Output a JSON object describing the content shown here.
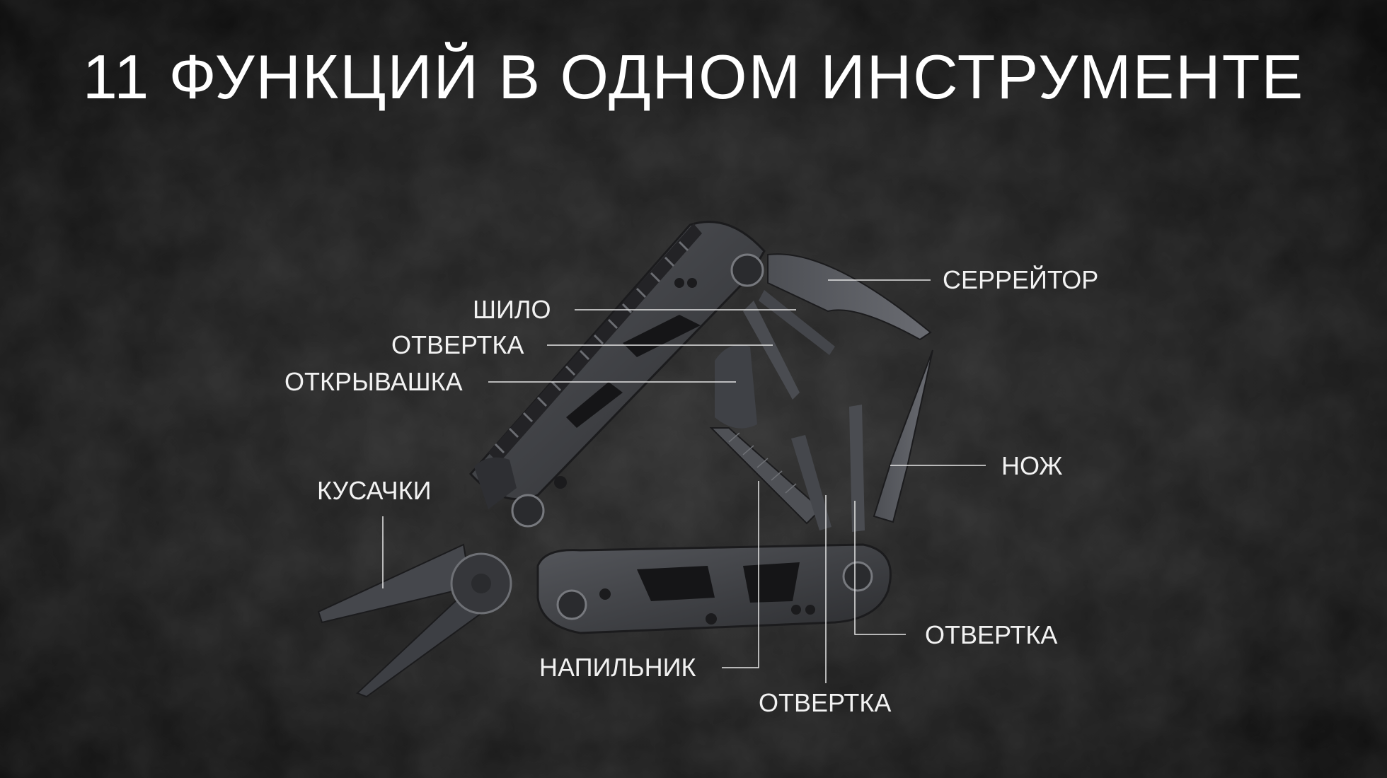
{
  "title": "11 ФУНКЦИЙ В ОДНОМ ИНСТРУМЕНТЕ",
  "labels": {
    "serrator": "СЕРРЕЙТОР",
    "awl": "ШИЛО",
    "screwdriver_top": "ОТВЕРТКА",
    "bottle_opener": "ОТКРЫВАШКА",
    "knife": "НОЖ",
    "pliers": "КУСАЧКИ",
    "screwdriver_right": "ОТВЕРТКА",
    "file": "НАПИЛЬНИК",
    "screwdriver_bottom": "ОТВЕРТКА"
  },
  "colors": {
    "background": "#141414",
    "text": "#ffffff",
    "leader_line": "#e6e6e6",
    "tool_metal": "#3a3b3f"
  }
}
